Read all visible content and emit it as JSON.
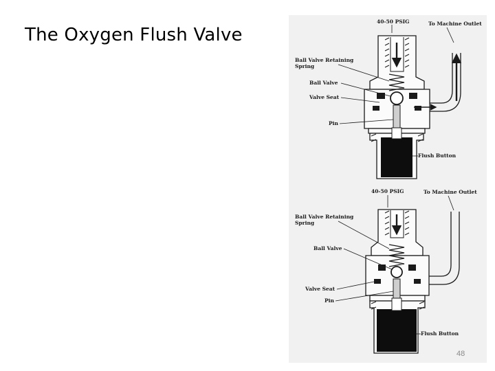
{
  "slide": {
    "title": "The Oxygen Flush Valve",
    "page_number": "48"
  },
  "diagram_top": {
    "inlet_pressure": "40-50 PSIG",
    "outlet": "To Machine Outlet",
    "labels": {
      "spring_line1": "Ball Valve Retaining",
      "spring_line2": "Spring",
      "ball_valve": "Ball Valve",
      "valve_seat": "Valve Seat",
      "pin": "Pin",
      "flush_button": "Flush Button"
    }
  },
  "diagram_bottom": {
    "inlet_pressure": "40-50 PSIG",
    "outlet": "To Machine Outlet",
    "labels": {
      "spring_line1": "Ball Valve Retaining",
      "spring_line2": "Spring",
      "ball_valve": "Ball Valve",
      "valve_seat": "Valve Seat",
      "pin": "Pin",
      "flush_button": "Flush Button"
    }
  }
}
